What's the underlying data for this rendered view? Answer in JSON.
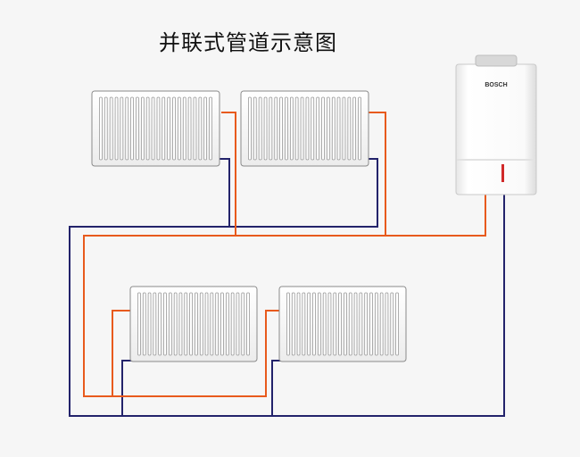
{
  "diagram": {
    "title": "并联式管道示意图",
    "colors": {
      "background": "#f6f6f6",
      "supply_pipe": "#e85a1d",
      "return_pipe": "#23236b",
      "radiator_fill": "#ffffff",
      "radiator_stroke": "#8a8a8a",
      "boiler_body": "#ffffff",
      "boiler_indicator": "#d12a2a"
    },
    "components": [
      {
        "id": "boiler",
        "kind": "wall-hung-boiler",
        "brand_mark": "BOSCH"
      },
      {
        "id": "radiator-1",
        "kind": "radiator",
        "fins": 22
      },
      {
        "id": "radiator-2",
        "kind": "radiator",
        "fins": 22
      },
      {
        "id": "radiator-3",
        "kind": "radiator",
        "fins": 22
      },
      {
        "id": "radiator-4",
        "kind": "radiator",
        "fins": 22
      }
    ]
  }
}
